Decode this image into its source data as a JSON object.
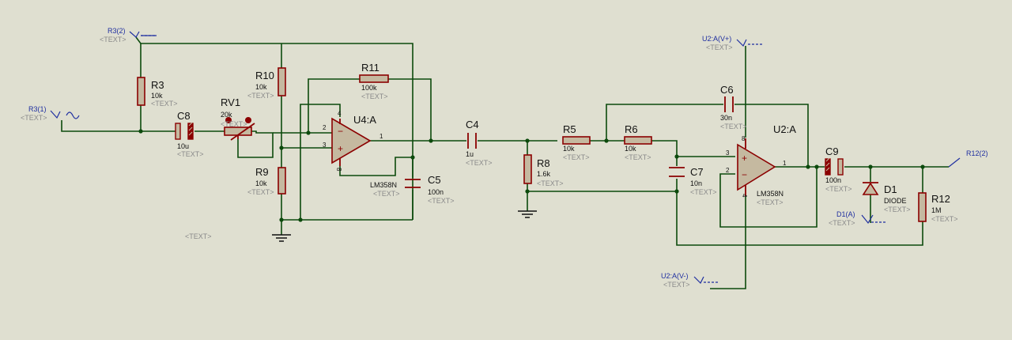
{
  "components": {
    "R3": {
      "ref": "R3",
      "value": "10k",
      "placeholder": "<TEXT>"
    },
    "R10": {
      "ref": "R10",
      "value": "10k",
      "placeholder": "<TEXT>"
    },
    "R11": {
      "ref": "R11",
      "value": "100k",
      "placeholder": "<TEXT>"
    },
    "R9": {
      "ref": "R9",
      "value": "10k",
      "placeholder": "<TEXT>"
    },
    "RV1": {
      "ref": "RV1",
      "value": "20k",
      "placeholder": "<TEXT>"
    },
    "C8": {
      "ref": "C8",
      "value": "10u",
      "placeholder": "<TEXT>"
    },
    "U4": {
      "ref": "U4:A",
      "value": "LM358N",
      "placeholder": "<TEXT>"
    },
    "C5": {
      "ref": "C5",
      "value": "100n",
      "placeholder": "<TEXT>"
    },
    "C4": {
      "ref": "C4",
      "value": "1u",
      "placeholder": "<TEXT>"
    },
    "R8": {
      "ref": "R8",
      "value": "1.6k",
      "placeholder": "<TEXT>"
    },
    "R5": {
      "ref": "R5",
      "value": "10k",
      "placeholder": "<TEXT>"
    },
    "R6": {
      "ref": "R6",
      "value": "10k",
      "placeholder": "<TEXT>"
    },
    "C6": {
      "ref": "C6",
      "value": "30n",
      "placeholder": "<TEXT>"
    },
    "C7": {
      "ref": "C7",
      "value": "10n",
      "placeholder": "<TEXT>"
    },
    "U2": {
      "ref": "U2:A",
      "value": "LM358N",
      "placeholder": "<TEXT>"
    },
    "C9": {
      "ref": "C9",
      "value": "100n",
      "placeholder": "<TEXT>"
    },
    "D1": {
      "ref": "D1",
      "value": "DIODE",
      "placeholder": "<TEXT>"
    },
    "R12": {
      "ref": "R12",
      "value": "1M",
      "placeholder": "<TEXT>"
    }
  },
  "terminals": {
    "r3_2": {
      "label": "R3(2)",
      "placeholder": "<TEXT>"
    },
    "r3_1": {
      "label": "R3(1)",
      "placeholder": "<TEXT>"
    },
    "u2_vplus": {
      "label": "U2:A(V+)",
      "placeholder": "<TEXT>"
    },
    "u2_vminus": {
      "label": "U2:A(V-)",
      "placeholder": "<TEXT>"
    },
    "d1_a": {
      "label": "D1(A)",
      "placeholder": "<TEXT>"
    },
    "r12_2": {
      "label": "R12(2)"
    }
  },
  "free_text": "<TEXT>",
  "pins": {
    "u4_in_minus": "2",
    "u4_in_plus": "3",
    "u4_out": "1",
    "u4_vcc": "4",
    "u4_gnd": "8",
    "u2_in_plus": "3",
    "u2_in_minus": "2",
    "u2_out": "1",
    "u2_vcc": "8",
    "u2_gnd": "4"
  },
  "colors": {
    "background": "#dfdfd0",
    "wire": "#0c4a0c",
    "component": "#8b0000",
    "terminal": "#1f2fa0"
  }
}
